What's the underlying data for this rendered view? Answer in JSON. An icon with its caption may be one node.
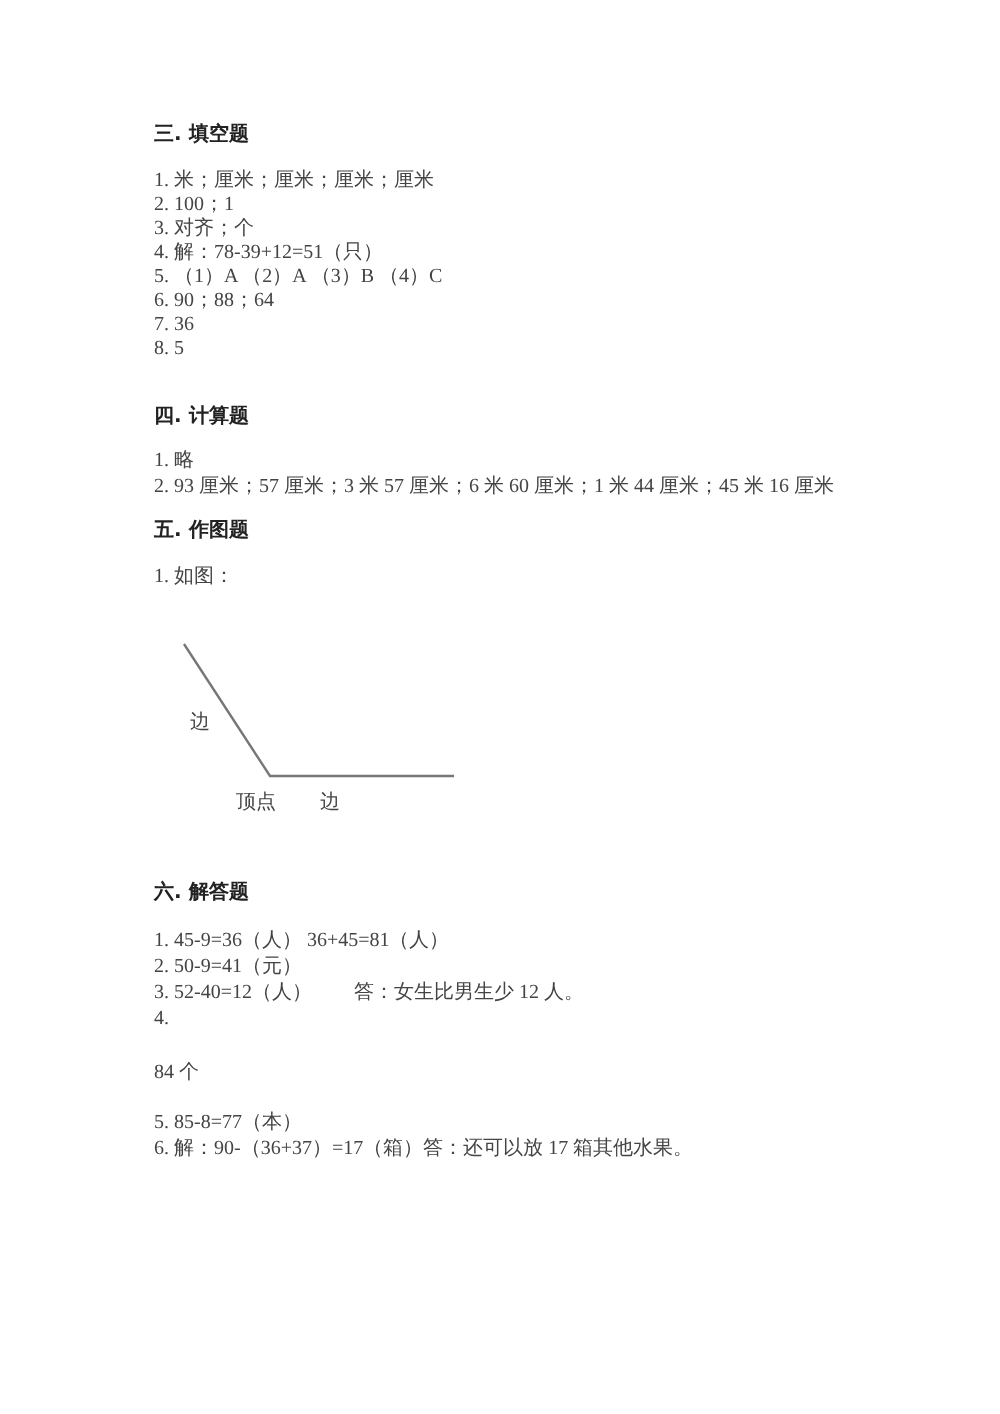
{
  "diagram": {
    "labels": [
      "三. 填空题",
      "1. 米；厘米；厘米；厘米；厘米",
      "2. 100；1",
      "3. 对齐；个",
      "4. 解：78-39+12=51（只）",
      "5. （1）A （2）A （3）B （4）C",
      "6. 90；88；64",
      "7. 36",
      "8. 5",
      "四. 计算题",
      "1. 略",
      "2. 93 厘米；57 厘米；3 米 57 厘米；6 米 60 厘米；1 米 44 厘米；45 米 16 厘米",
      "五. 作图题",
      "1. 如图：",
      "边",
      "顶点",
      "边",
      "六. 解答题",
      "1. 45-9=36（人） 36+45=81（人）",
      "2. 50-9=41（元）",
      "3. 52-40=12（人）",
      "答：女生比男生少 12 人。",
      "4.",
      "84 个",
      "5. 85-8=77（本）",
      "6. 解：90-（36+37）=17（箱）答：还可以放 17 箱其他水果。"
    ]
  }
}
